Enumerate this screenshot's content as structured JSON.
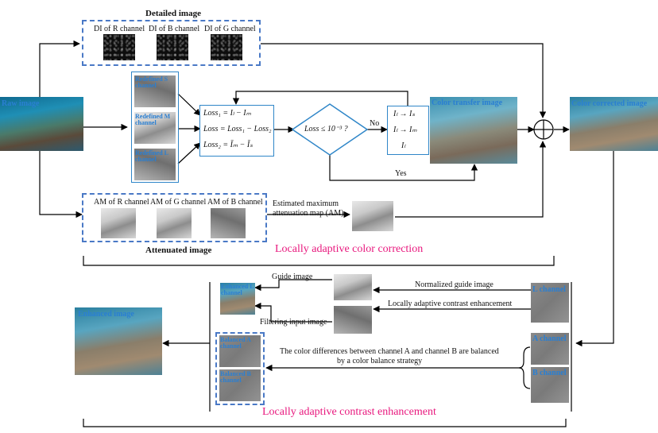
{
  "detailed": {
    "title": "Detailed image",
    "dr": "DI of R channel",
    "db": "DI of B channel",
    "dg": "DI of G channel"
  },
  "raw_image": "Raw image",
  "redefined": {
    "s": "Redefined S channel",
    "m": "Redefined M channel",
    "l": "Redefined L channel"
  },
  "formulas": {
    "loss1": "Loss₁ = Iₗ − Iₘ",
    "loss": "Loss = Loss₁ − Loss₂",
    "loss2": "Loss₂ = Īₘ − Īₛ"
  },
  "decision": "Loss ≤ 10⁻³ ?",
  "no": "No",
  "yes": "Yes",
  "transfer": {
    "line1": "Iₗ → Iₛ",
    "line2": "Iₗ → Iₘ",
    "line3": "Iₗ"
  },
  "color_transfer": "Color transfer image",
  "color_corrected": "Color corrected image",
  "attenuation": {
    "ar": "AM of R channel",
    "ag": "AM of G channel",
    "ab": "AM of B channel",
    "title": "Attenuated image",
    "est_line1": "Estimated maximum",
    "est_line2": "attenuation map (AM)"
  },
  "section1": "Locally adaptive color correction",
  "section2": "Locally adaptive contrast enhancement",
  "lower": {
    "enhanced_l": "Enhanced L channel",
    "guide": "Guide image",
    "filtering": "Filtering input image",
    "normalized": "Normalized guide image",
    "lace": "Locally adaptive contrast enhancement",
    "l_channel": "L channel",
    "a_channel": "A channel",
    "b_channel": "B channel",
    "balanced_a": "Balanced A channel",
    "balanced_b": "Balanced B channel",
    "balance_line1": "The color differences between channel A and channel B are balanced",
    "balance_line2": "by a color balance strategy",
    "enhanced_image": "Enhanced image"
  }
}
